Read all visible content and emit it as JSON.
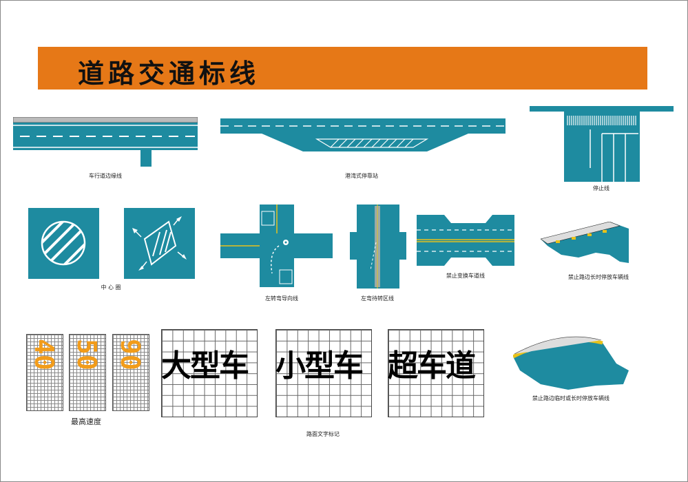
{
  "title": "道路交通标线",
  "colors": {
    "road": "#1e8ba0",
    "banner": "#e67817",
    "lane_white": "#ffffff",
    "lane_yellow": "#e8c21a",
    "speed_orange": "#f29c1a"
  },
  "captions": {
    "edge_line": "车行道边缘线",
    "harbor_stop": "港湾式停靠站",
    "stop_line": "停止线",
    "center_circle": "中 心 圈",
    "left_turn_guide": "左转弯导向线",
    "left_turn_wait": "左弯待转区线",
    "no_lane_change": "禁止变换车道线",
    "no_long_parking": "禁止路边长时停放车辆线",
    "max_speed": "最高速度",
    "road_text": "路面文字标记",
    "no_parking": "禁止路边临时或长时停放车辆线"
  },
  "speeds": [
    "40",
    "50",
    "90"
  ],
  "road_words": [
    "大型车",
    "小型车",
    "超车道"
  ]
}
